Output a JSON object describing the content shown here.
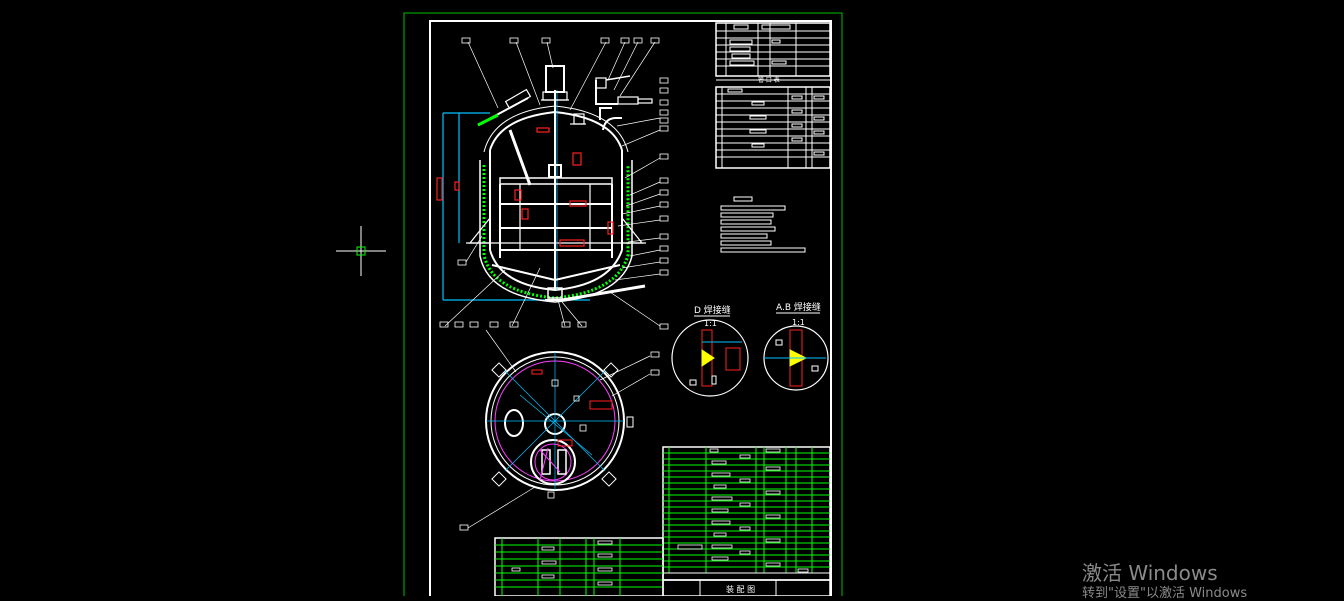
{
  "colors": {
    "background": "#000000",
    "sheet_border": "#00c000",
    "lines": "#ffffff",
    "table_green": "#00ff00",
    "accent_red": "#ff2020",
    "accent_yellow": "#ffff00",
    "accent_magenta": "#ff40ff",
    "accent_cyan": "#00c0ff",
    "watermark": "#8a8a8a"
  },
  "drawing": {
    "detail_left_title": "D 焊接缝",
    "detail_left_scale": "1:1",
    "detail_right_title": "A.B 焊接缝",
    "detail_right_scale": "1:1",
    "parts_table_caption": "管 口 表",
    "title_block_name": "装 配 图"
  },
  "cursor": {
    "icon": "crosshair-cursor-icon"
  },
  "watermark": {
    "title": "激活 Windows",
    "subtitle": "转到\"设置\"以激活 Windows"
  }
}
